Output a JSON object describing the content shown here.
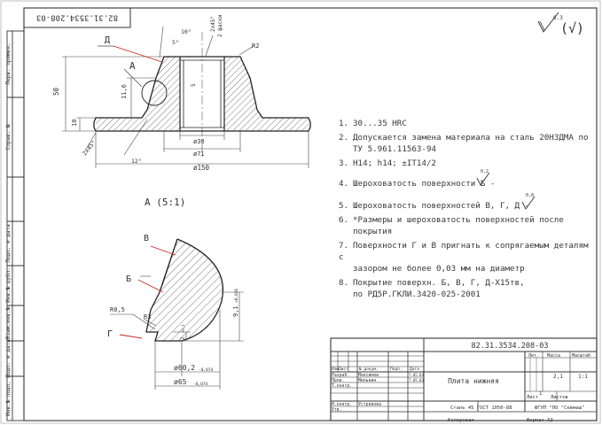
{
  "stamp": {
    "top_code": "82.31.3534.208-03"
  },
  "side_labels": [
    "Перв. примен.",
    "Справ. №",
    "Подп. и дата",
    "Инв.№ дубл.",
    "Взам.инв.№",
    "Подп. и дата",
    "Инв.№ подл."
  ],
  "roughness_general": {
    "value": "6.3",
    "bracket": "(√)"
  },
  "views": {
    "detail_title": "A (5:1)",
    "main_labels": {
      "callout_d": "Д",
      "callout_a": "A"
    },
    "main_dims": {
      "angle_top": "10°",
      "angle_top2": "5°",
      "chamfer_top": "2x45°",
      "chamfer_top2": "2 фаски",
      "radius": "R2",
      "h50": "50",
      "h10": "10",
      "h116": "11,6",
      "h5": "5",
      "chamfer_bottom": "2x45°",
      "angle_bottom": "12°",
      "d30": "ø30",
      "d71": "ø71",
      "d150": "ø150"
    },
    "detail_labels": {
      "v": "В",
      "b": "Б",
      "g": "Г",
      "r05": "R0,5",
      "r3": "R3"
    },
    "detail_dims": {
      "d602": "ø60,2",
      "d602_tol": "-0,074",
      "d65": "ø65",
      "d65_tol": "-0,074",
      "h9": "9,1",
      "h9_tol": "+0,036",
      "h2": "2",
      "h2_tol": "+0,1"
    }
  },
  "notes": [
    {
      "n": "1.",
      "lines": [
        "30...35 HRC"
      ]
    },
    {
      "n": "2.",
      "lines": [
        "Допускается замена материала на сталь 20Н3ДМА по",
        "ТУ 5.961.11563-94"
      ]
    },
    {
      "n": "3.",
      "lines": [
        "H14; h14; ±IT14/2"
      ]
    },
    {
      "n": "4.",
      "lines": [
        "Шероховатость поверхности Б -"
      ],
      "rough": "0,2"
    },
    {
      "n": "5.",
      "lines": [
        "Шероховатость поверхностей В, Г, Д -"
      ],
      "rough": "0,8"
    },
    {
      "n": "6.",
      "lines": [
        "*Размеры и шероховатость поверхностей после",
        "покрытия"
      ]
    },
    {
      "n": "7.",
      "lines": [
        "Поверхности Г и В пригнать к сопрягаемым деталям с",
        "зазором не более 0,03 мм на диаметр"
      ]
    },
    {
      "n": "8.",
      "lines": [
        "Покрытие поверхн. Б, В, Г, Д-Х15тв,",
        "по РД5Р.ГКЛИ.3420-025-2001"
      ]
    }
  ],
  "title_block": {
    "designation": "82.31.3534.208-03",
    "part_name": "Плита нижняя",
    "material": "Сталь 45 ГОСТ 1050-88",
    "org": "ФГУП \"ПО \"Севмаш\"",
    "col_headers": [
      "Изм.",
      "Лист",
      "№ докум.",
      "Подп.",
      "Дата"
    ],
    "rows": [
      {
        "role": "Разраб.",
        "name": "Максимов",
        "date": "7.05.03"
      },
      {
        "role": "Пров.",
        "name": "Мильнин",
        "date": "7.05.03"
      },
      {
        "role": "Т.контр.",
        "name": "",
        "date": ""
      },
      {
        "role": "Н.контр.",
        "name": "Устрявова",
        "date": ""
      },
      {
        "role": "Утв.",
        "name": "",
        "date": ""
      }
    ],
    "lit_label": "Лит.",
    "mass_label": "Масса",
    "scale_label": "Масштаб",
    "mass": "2,1",
    "scale": "1:1",
    "sheet_label": "Лист",
    "sheets_label": "Листов",
    "sheets": "1",
    "copied": "Копировал",
    "format": "Формат  А3"
  }
}
